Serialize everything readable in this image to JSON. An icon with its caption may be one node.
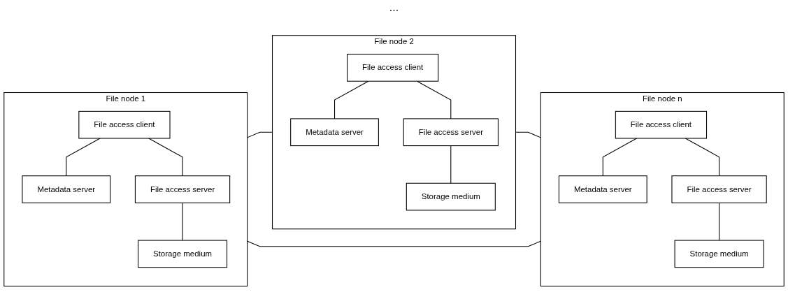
{
  "diagram": {
    "nodes": [
      {
        "text": [
          "File node 1"
        ]
      },
      {
        "text": [
          "File access client"
        ],
        "in": 0
      },
      {
        "text": [
          "Metadata server"
        ],
        "in": 0
      },
      {
        "text": [
          "File access server"
        ],
        "in": 0
      },
      {
        "text": [
          "Storage medium"
        ],
        "in": 0
      },
      {
        "text": [
          "File node 2"
        ]
      },
      {
        "text": [
          "File access client"
        ],
        "in": 5
      },
      {
        "text": [
          "Metadata server"
        ],
        "in": 5
      },
      {
        "text": [
          "File access server"
        ],
        "in": 5
      },
      {
        "text": [
          "Storage medium"
        ],
        "in": 5
      },
      {
        "text": [
          "File node n"
        ]
      },
      {
        "text": [
          "File access client"
        ],
        "in": 10
      },
      {
        "text": [
          "Metadata server"
        ],
        "in": 10
      },
      {
        "text": [
          "File access server"
        ],
        "in": 10
      },
      {
        "text": [
          "Storage medium"
        ],
        "in": 10
      }
    ],
    "edges": [
      {
        "from": 1,
        "to": 2,
        "arrow": "none"
      },
      {
        "from": 1,
        "to": 3,
        "arrow": "none"
      },
      {
        "from": 3,
        "to": 4,
        "arrow": "none"
      },
      {
        "from": 6,
        "to": 7,
        "arrow": "none"
      },
      {
        "from": 6,
        "to": 8,
        "arrow": "none"
      },
      {
        "from": 8,
        "to": 9,
        "arrow": "none"
      },
      {
        "from": 11,
        "to": 12,
        "arrow": "none"
      },
      {
        "from": 11,
        "to": 13,
        "arrow": "none"
      },
      {
        "from": 13,
        "to": 14,
        "arrow": "none"
      },
      {
        "from": 0,
        "to": 5,
        "arrow": "none"
      },
      {
        "from": 5,
        "to": 10,
        "arrow": "none"
      },
      {
        "from": 0,
        "to": 10,
        "arrow": "none"
      }
    ],
    "labels": [
      "..."
    ]
  }
}
